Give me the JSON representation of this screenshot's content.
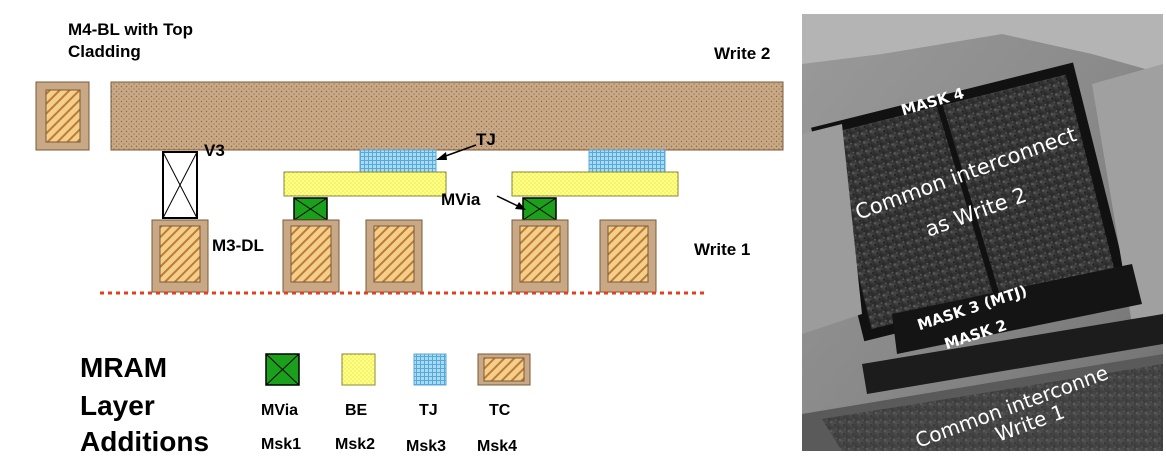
{
  "labels": {
    "m4_bl": "M4-BL with Top",
    "cladding": "Cladding",
    "write2": "Write 2",
    "tj": "TJ",
    "v3": "V3",
    "mvia": "MVia",
    "m3_dl": "M3-DL",
    "write1": "Write 1"
  },
  "legend": {
    "title_lines": [
      "MRAM",
      "Layer",
      "Additions"
    ],
    "items": [
      {
        "name": "MVia",
        "mask": "Msk1",
        "color": "#1aa01a"
      },
      {
        "name": "BE",
        "mask": "Msk2",
        "color": "#ffff80"
      },
      {
        "name": "TJ",
        "mask": "Msk3",
        "color": "#a8dcf5"
      },
      {
        "name": "TC",
        "mask": "Msk4",
        "color": "#f2d08c"
      }
    ]
  },
  "photo": {
    "mask4": "MASK 4",
    "interconnect_top_1": "Common interconnect",
    "interconnect_top_2": "as Write 2",
    "mask3": "MASK 3 (MTJ)",
    "mask2": "MASK 2",
    "interconnect_bot_1": "Common interconne",
    "interconnect_bot_2": "Write 1"
  },
  "colors": {
    "m4": "#c9a886",
    "tc_fill": "#f2d08c",
    "tc_stripe": "#b8702c",
    "be": "#ffff80",
    "tj": "#a8dcf5",
    "mvia": "#1aa01a",
    "dashed_line": "#e0401e"
  }
}
